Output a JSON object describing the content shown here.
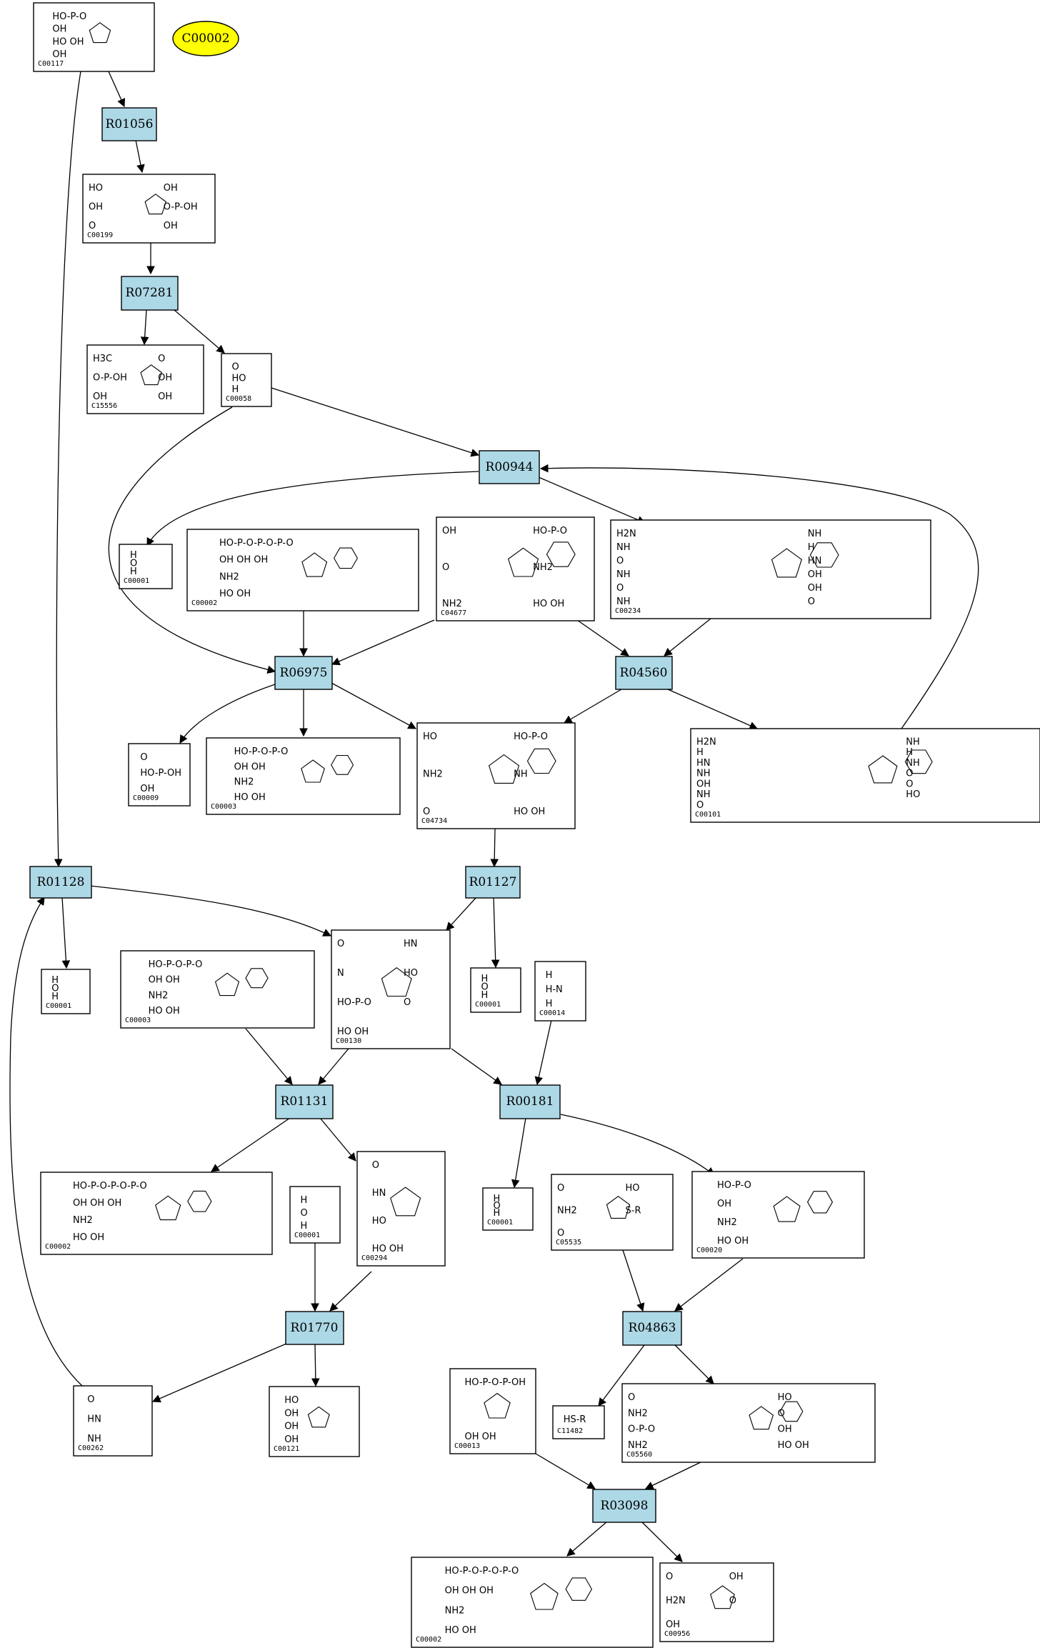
{
  "highlight": {
    "label": "C00002",
    "color": "#ffff00"
  },
  "colors": {
    "reaction_fill": "#add8e6"
  },
  "reactions": [
    {
      "id": "R01056"
    },
    {
      "id": "R07281"
    },
    {
      "id": "R00944"
    },
    {
      "id": "R06975"
    },
    {
      "id": "R04560"
    },
    {
      "id": "R01128"
    },
    {
      "id": "R01127"
    },
    {
      "id": "R01131"
    },
    {
      "id": "R00181"
    },
    {
      "id": "R01770"
    },
    {
      "id": "R04863"
    },
    {
      "id": "R03098"
    }
  ],
  "compounds": [
    {
      "id": "C00117",
      "structure": [
        "HO-P-O",
        "OH",
        "HO  OH",
        "OH"
      ]
    },
    {
      "id": "C00199",
      "structure": [
        "HO",
        "OH",
        "OH",
        "O-P-OH",
        "O",
        "OH"
      ]
    },
    {
      "id": "C15556",
      "structure": [
        "H3C",
        "O",
        "O-P-OH",
        "OH",
        "OH",
        "OH"
      ]
    },
    {
      "id": "C00058",
      "structure": [
        "O",
        "HO",
        "H"
      ]
    },
    {
      "id": "C00001",
      "structure": [
        "H",
        "O",
        "H"
      ]
    },
    {
      "id": "C00002",
      "structure": [
        "HO-P-O-P-O-P-O",
        "OH  OH  OH",
        "NH2",
        "HO  OH"
      ]
    },
    {
      "id": "C04677",
      "structure": [
        "OH",
        "HO-P-O",
        "O",
        "NH2",
        "NH2",
        "HO  OH"
      ]
    },
    {
      "id": "C00234",
      "structure": [
        "H2N",
        "NH",
        "NH",
        "H",
        "O",
        "HN",
        "NH",
        "OH",
        "O",
        "OH",
        "NH",
        "O"
      ]
    },
    {
      "id": "C00009",
      "structure": [
        "O",
        "HO-P-OH",
        "OH"
      ]
    },
    {
      "id": "C00003",
      "structure": [
        "HO-P-O-P-O",
        "OH  OH",
        "NH2",
        "HO  OH"
      ]
    },
    {
      "id": "C04734",
      "structure": [
        "HO",
        "HO-P-O",
        "NH2",
        "NH",
        "O",
        "HO  OH"
      ]
    },
    {
      "id": "C00101",
      "structure": [
        "H2N",
        "NH",
        "H",
        "H",
        "HN",
        "NH",
        "NH",
        "O",
        "OH",
        "O",
        "NH",
        "HO",
        "O"
      ]
    },
    {
      "id": "C00001",
      "structure": [
        "H",
        "O",
        "H"
      ]
    },
    {
      "id": "C00003",
      "structure": [
        "HO-P-O-P-O",
        "OH  OH",
        "NH2",
        "HO  OH"
      ]
    },
    {
      "id": "C00130",
      "structure": [
        "O",
        "HN",
        "N",
        "HO",
        "HO-P-O",
        "O",
        "HO  OH"
      ]
    },
    {
      "id": "C00001",
      "structure": [
        "H",
        "O",
        "H"
      ]
    },
    {
      "id": "C00014",
      "structure": [
        "H",
        "H-N",
        "H"
      ]
    },
    {
      "id": "C00002",
      "structure": [
        "HO-P-O-P-O-P-O",
        "OH  OH  OH",
        "NH2",
        "HO  OH"
      ]
    },
    {
      "id": "C00001",
      "structure": [
        "H",
        "O",
        "H"
      ]
    },
    {
      "id": "C00294",
      "structure": [
        "O",
        "HN",
        "HO",
        "HO  OH"
      ]
    },
    {
      "id": "C00001",
      "structure": [
        "H",
        "O",
        "H"
      ]
    },
    {
      "id": "C05535",
      "structure": [
        "O",
        "HO",
        "NH2",
        "S-R",
        "O"
      ]
    },
    {
      "id": "C00020",
      "structure": [
        "HO-P-O",
        "OH",
        "NH2",
        "HO  OH"
      ]
    },
    {
      "id": "C00262",
      "structure": [
        "O",
        "HN",
        "NH"
      ]
    },
    {
      "id": "C00121",
      "structure": [
        "HO",
        "OH",
        "OH",
        "OH"
      ]
    },
    {
      "id": "C11482",
      "structure": [
        "HS-R"
      ]
    },
    {
      "id": "C00013",
      "display_id": "C00013",
      "structure": [
        "HO-P-O-P-OH",
        "OH  OH"
      ]
    },
    {
      "id": "C05560",
      "structure": [
        "O",
        "HO",
        "NH2",
        "O",
        "O-P-O",
        "OH",
        "NH2",
        "HO  OH"
      ]
    },
    {
      "id": "C00002",
      "structure": [
        "HO-P-O-P-O-P-O",
        "OH  OH  OH",
        "NH2",
        "HO  OH"
      ]
    },
    {
      "id": "C00956",
      "structure": [
        "O",
        "OH",
        "H2N",
        "O",
        "OH"
      ]
    }
  ]
}
